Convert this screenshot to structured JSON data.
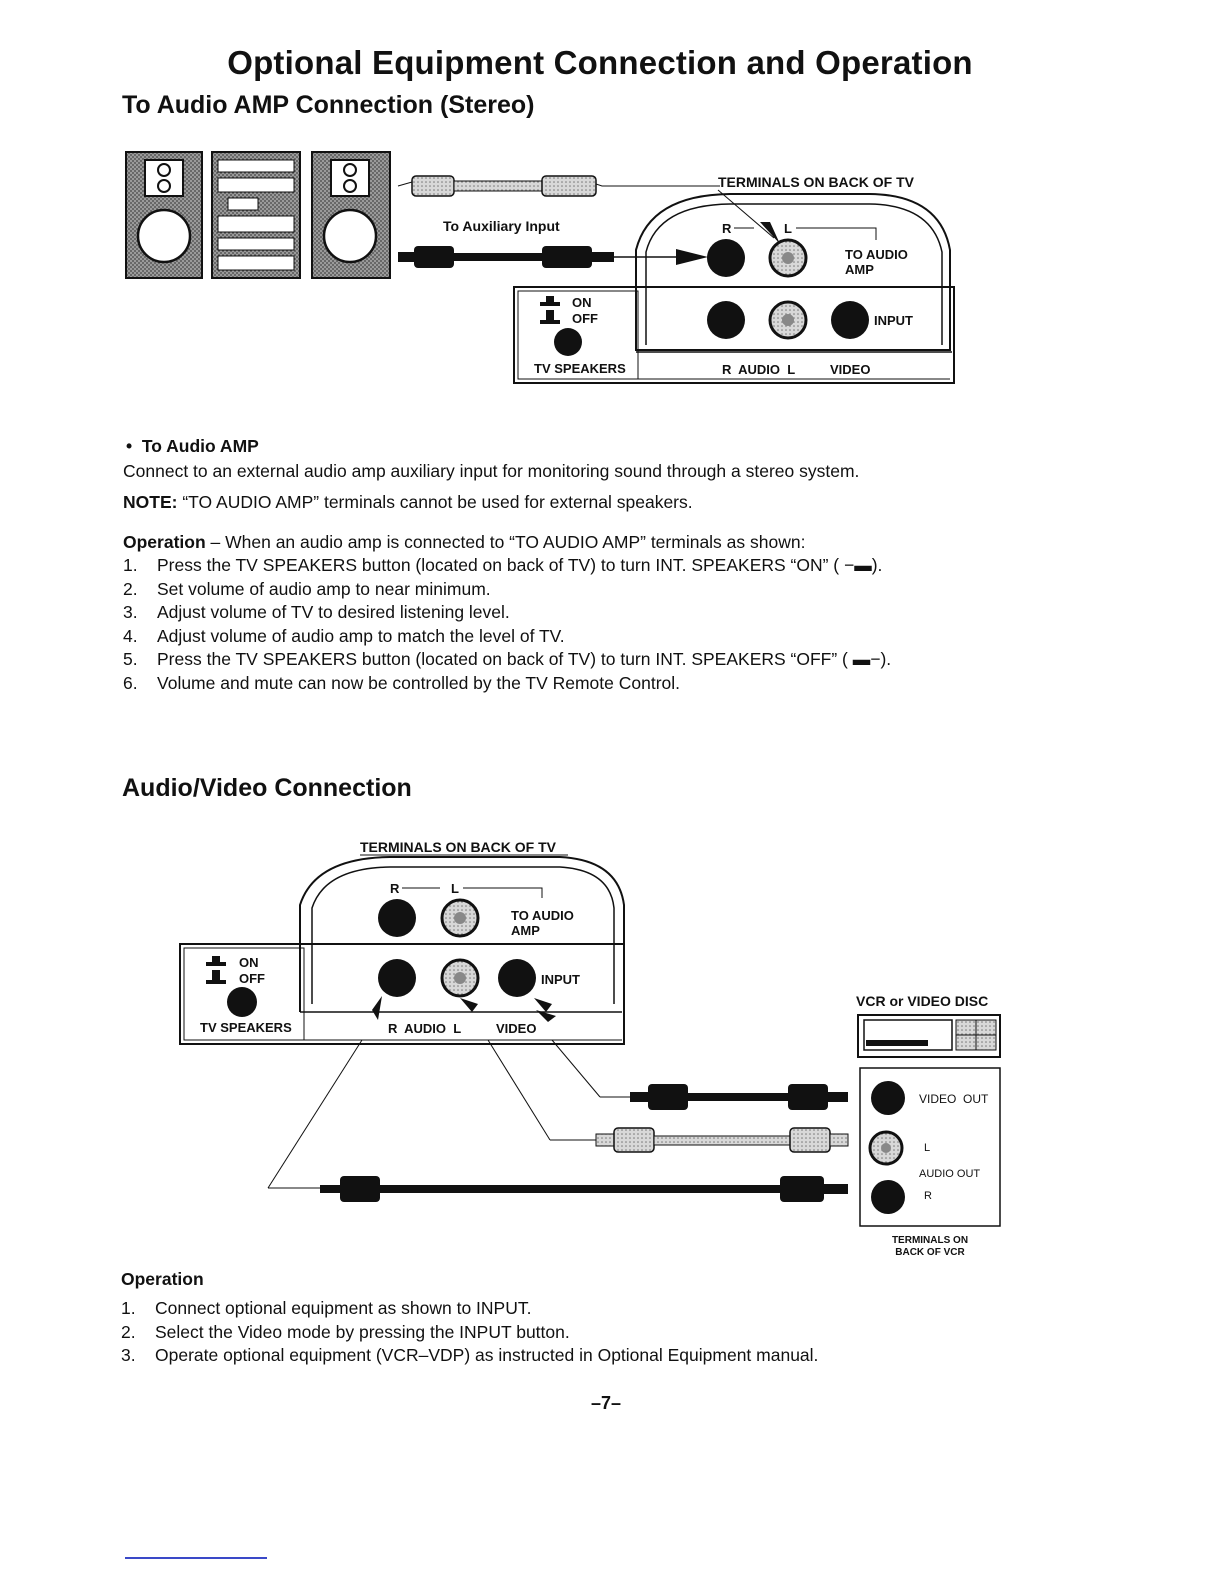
{
  "page": {
    "title": "Optional Equipment Connection and Operation",
    "page_number": "–7–"
  },
  "audio_amp": {
    "heading": "To Audio AMP Connection (Stereo)",
    "diagram": {
      "terminals_label": "TERMINALS ON BACK OF TV",
      "aux_input_label": "To Auxiliary Input",
      "r_label": "R",
      "l_label": "L",
      "to_audio_amp_line1": "TO AUDIO",
      "to_audio_amp_line2": "AMP",
      "input_label": "INPUT",
      "on_label": "ON",
      "off_label": "OFF",
      "tv_speakers_label": "TV SPEAKERS",
      "r_audio_l_label": "R  AUDIO  L",
      "video_label": "VIDEO"
    },
    "bullet_title": "To Audio AMP",
    "description": "Connect to an external audio amp auxiliary input for monitoring sound through a stereo system.",
    "note_label": "NOTE:",
    "note_text": " “TO AUDIO AMP” terminals cannot be used for external speakers.",
    "operation_label": "Operation",
    "operation_text": " – When an audio amp is connected to “TO AUDIO AMP” terminals as shown:",
    "steps": [
      {
        "num": "1.",
        "text": "Press the TV SPEAKERS button (located on back of TV) to turn INT. SPEAKERS “ON” ( −▬)."
      },
      {
        "num": "2.",
        "text": "Set volume of audio amp to near minimum."
      },
      {
        "num": "3.",
        "text": "Adjust volume of TV to desired listening level."
      },
      {
        "num": "4.",
        "text": "Adjust volume of audio amp to match the level of TV."
      },
      {
        "num": "5.",
        "text": "Press the TV SPEAKERS button (located on back of TV) to turn INT. SPEAKERS “OFF” ( ▬−)."
      },
      {
        "num": "6.",
        "text": "Volume and mute can now be controlled by the TV Remote Control."
      }
    ]
  },
  "av_connection": {
    "heading": "Audio/Video Connection",
    "diagram": {
      "terminals_label": "TERMINALS ON BACK OF TV",
      "r_label": "R",
      "l_label": "L",
      "to_audio_amp_line1": "TO AUDIO",
      "to_audio_amp_line2": "AMP",
      "input_label": "INPUT",
      "on_label": "ON",
      "off_label": "OFF",
      "tv_speakers_label": "TV SPEAKERS",
      "r_audio_l_label": "R  AUDIO  L",
      "video_label": "VIDEO",
      "vcr_label": "VCR or VIDEO DISC",
      "video_out_label": "VIDEO  OUT",
      "l_out_label": "L",
      "audio_out_label": "AUDIO OUT",
      "r_out_label": "R",
      "vcr_terminals_line1": "TERMINALS ON",
      "vcr_terminals_line2": "BACK OF VCR"
    },
    "operation_label": "Operation",
    "steps": [
      {
        "num": "1.",
        "text": "Connect optional equipment as shown to INPUT."
      },
      {
        "num": "2.",
        "text": "Select the Video mode by pressing the INPUT button."
      },
      {
        "num": "3.",
        "text": "Operate optional equipment (VCR–VDP) as instructed in Optional Equipment manual."
      }
    ]
  }
}
